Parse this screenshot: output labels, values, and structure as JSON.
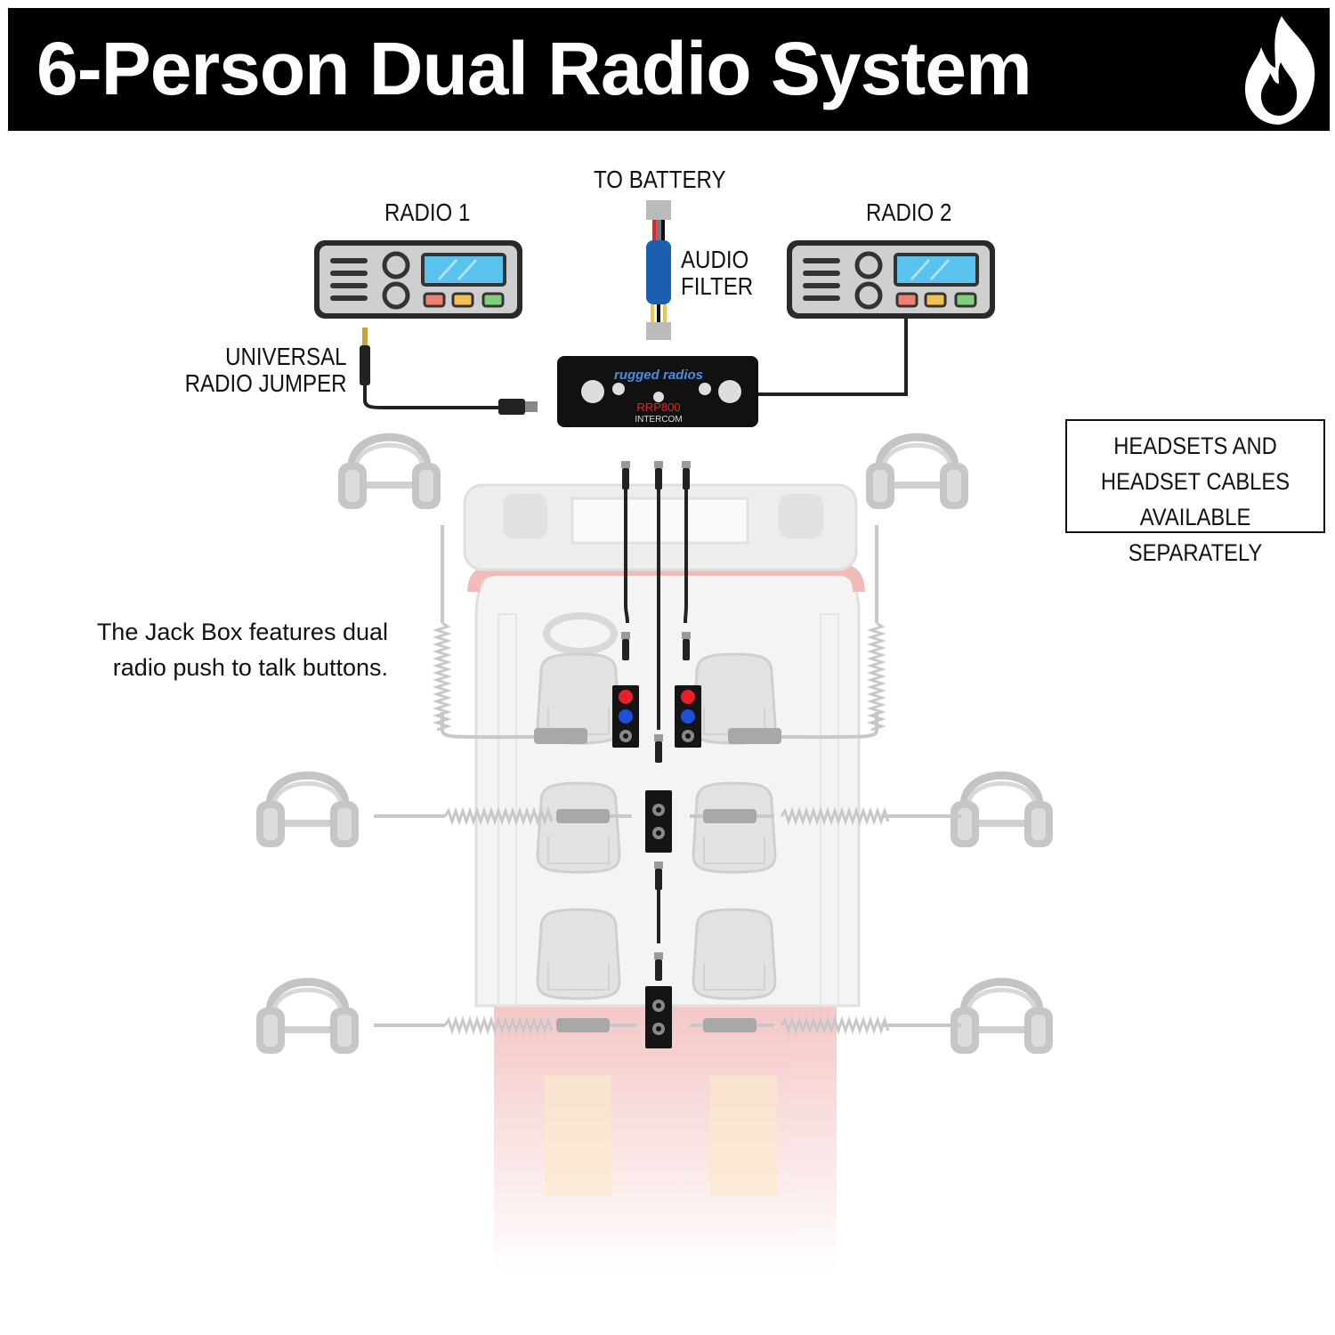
{
  "header": {
    "title": "6-Person Dual Radio System",
    "logo_icon": "flame-icon"
  },
  "labels": {
    "to_battery": "TO BATTERY",
    "radio_1": "RADIO 1",
    "radio_2": "RADIO 2",
    "audio_filter": "AUDIO\nFILTER",
    "universal_radio_jumper": "UNIVERSAL\nRADIO JUMPER"
  },
  "intercom": {
    "brand": "rugged radios",
    "model": "RRP800",
    "type": "INTERCOM"
  },
  "note": "The Jack Box features dual radio push to talk buttons.",
  "availability_box": "HEADSETS AND\nHEADSET CABLES\nAVAILABLE SEPARATELY",
  "colors": {
    "banner": "#000000",
    "ptt_red": "#e8202a",
    "ptt_blue": "#1f4fd8",
    "filter_blue": "#1c5fb0",
    "radio_screen": "#59c3ee",
    "vehicle_accent": "#f4b9b9"
  }
}
